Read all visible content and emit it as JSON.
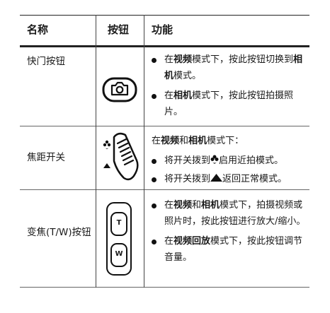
{
  "header": {
    "name": "名称",
    "button": "按钮",
    "function": "功能"
  },
  "rows": [
    {
      "name": "快门按钮",
      "lines": [
        {
          "segments": [
            {
              "t": "在"
            },
            {
              "t": "视频",
              "b": true
            },
            {
              "t": "模式下，按此按钮切换到"
            },
            {
              "t": "相机",
              "b": true
            },
            {
              "t": "模式。"
            }
          ]
        },
        {
          "segments": [
            {
              "t": "在"
            },
            {
              "t": "相机",
              "b": true
            },
            {
              "t": "模式下，按此按钮拍摄照片。"
            }
          ]
        }
      ]
    },
    {
      "name": "焦距开关",
      "intro": [
        {
          "t": "在"
        },
        {
          "t": "视频",
          "b": true
        },
        {
          "t": "和"
        },
        {
          "t": "相机",
          "b": true
        },
        {
          "t": "模式下："
        }
      ],
      "lines": [
        {
          "before": "将开关拨到",
          "icon": "macro-flower-icon",
          "after": "启用近拍模式。"
        },
        {
          "before": "将开关拨到",
          "icon": "mountain-icon",
          "after": "返回正常模式。"
        }
      ]
    },
    {
      "name": "变焦(T/W)按钮",
      "zoom_t": "T",
      "zoom_w": "W",
      "lines": [
        {
          "segments": [
            {
              "t": "在"
            },
            {
              "t": "视频",
              "b": true
            },
            {
              "t": "和"
            },
            {
              "t": "相机",
              "b": true
            },
            {
              "t": "模式下，拍摄视频或照片时，按此按钮进行放大/缩小。"
            }
          ]
        },
        {
          "segments": [
            {
              "t": "在"
            },
            {
              "t": "视频回放",
              "b": true
            },
            {
              "t": "模式下，按此按钮调节音量。"
            }
          ]
        }
      ]
    }
  ]
}
